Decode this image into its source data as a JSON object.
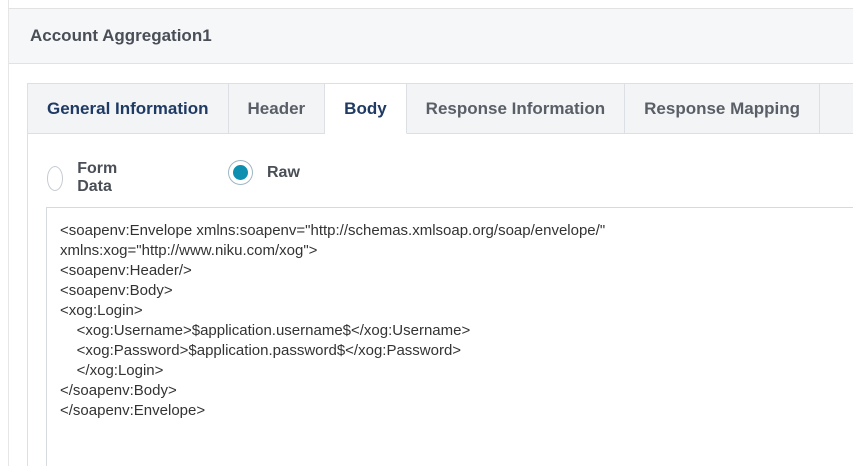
{
  "panel": {
    "title": "Account Aggregation1"
  },
  "tabs": [
    {
      "label": "General Information"
    },
    {
      "label": "Header"
    },
    {
      "label": "Body"
    },
    {
      "label": "Response Information"
    },
    {
      "label": "Response Mapping"
    }
  ],
  "active_tab": "Body",
  "body_type": {
    "options": [
      {
        "label": "Form Data",
        "selected": false
      },
      {
        "label": "Raw",
        "selected": true
      }
    ]
  },
  "raw_body": "<soapenv:Envelope xmlns:soapenv=\"http://schemas.xmlsoap.org/soap/envelope/\"\nxmlns:xog=\"http://www.niku.com/xog\">\n<soapenv:Header/>\n<soapenv:Body>\n<xog:Login>\n\t<xog:Username>$application.username$</xog:Username>\n\t<xog:Password>$application.password$</xog:Password>\n\t</xog:Login>\n</soapenv:Body>\n</soapenv:Envelope>",
  "colors": {
    "accent": "#0d8fb0",
    "active_tab_text": "#1f3a63",
    "tabbar_bg": "#f3f4f6"
  }
}
